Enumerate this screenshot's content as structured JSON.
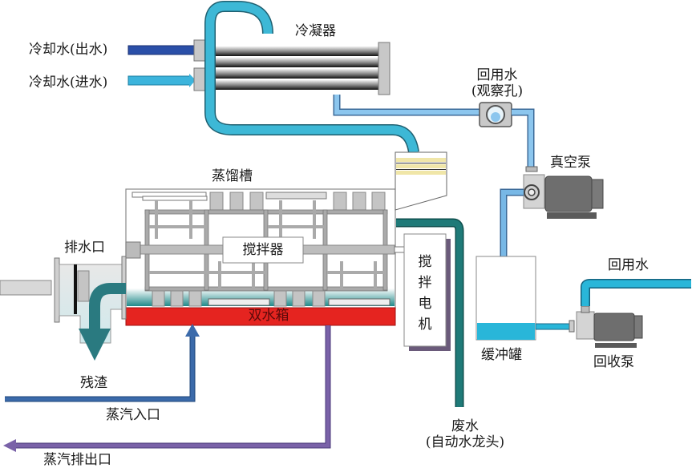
{
  "diagram": {
    "title": "蒸馏回收系统示意图",
    "colors": {
      "condenser_water_loop": "#3db8d6",
      "cooling_out": "#2a4fa8",
      "cooling_in": "#3cb4dc",
      "recycle_pipe": "#78b8e6",
      "waste_water": "#1f7a78",
      "steam_in": "#3b6aaa",
      "steam_out": "#7a62a8",
      "water_tank": "#e52420",
      "buffer_water": "#29b6d9",
      "machine_gray": "#6e6e6e",
      "frame_gray": "#9a9a9a"
    },
    "labels": {
      "cooling_water_out": "冷却水(出水)",
      "cooling_water_in": "冷却水(进水)",
      "condenser": "冷凝器",
      "recycled_water_sight": "回用水",
      "sight_glass": "(观察孔)",
      "vacuum_pump": "真空泵",
      "distill_tank": "蒸馏槽",
      "agitator": "搅拌器",
      "drain_outlet": "排水口",
      "double_water_box": "双水箱",
      "agitator_motor": [
        "搅",
        "拌",
        "电",
        "机"
      ],
      "buffer_tank": "缓冲罐",
      "recycled_water_out": "回用水",
      "recovery_pump": "回收泵",
      "residue": "残渣",
      "steam_inlet": "蒸汽入口",
      "steam_outlet": "蒸汽排出口",
      "waste_water": "废水",
      "auto_tap": "(自动水龙头)"
    }
  }
}
